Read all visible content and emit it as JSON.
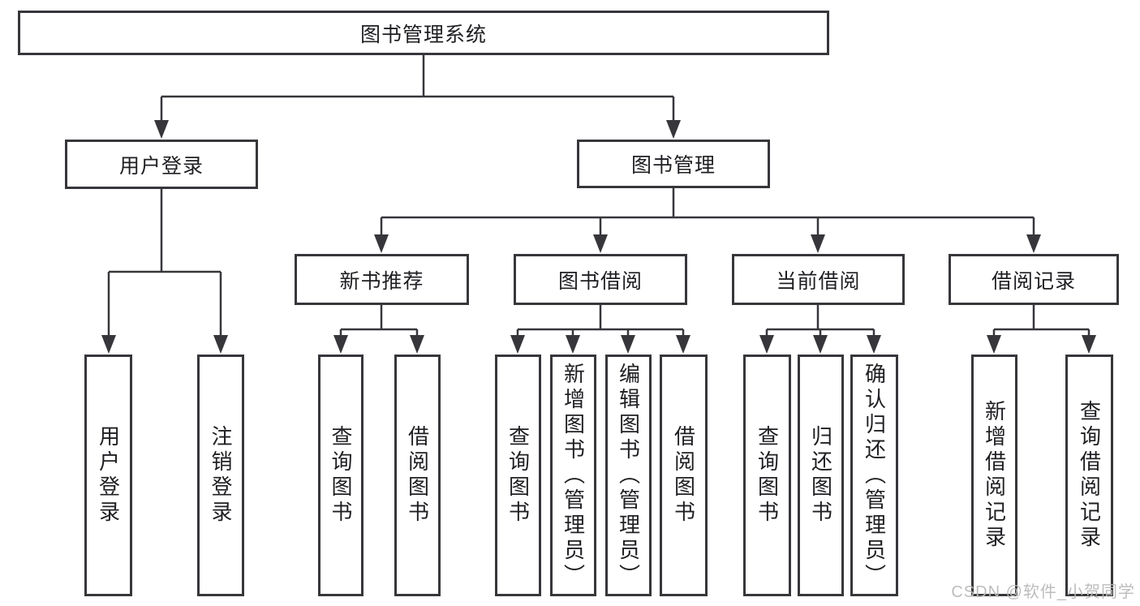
{
  "diagram_title": "图书管理系统",
  "colors": {
    "line": "#37373b",
    "node_border": "#37373b",
    "text": "#1f1f23",
    "background": "#ffffff",
    "watermark": "#b9b9b9"
  },
  "nodes": {
    "root": {
      "label": "图书管理系统"
    },
    "user_login": {
      "label": "用户登录"
    },
    "book_management": {
      "label": "图书管理"
    },
    "new_book_recommend": {
      "label": "新书推荐"
    },
    "book_borrow": {
      "label": "图书借阅"
    },
    "current_borrow": {
      "label": "当前借阅"
    },
    "borrow_records": {
      "label": "借阅记录"
    }
  },
  "leaves": [
    {
      "label": "用户登录",
      "parent": "用户登录"
    },
    {
      "label": "注销登录",
      "parent": "用户登录"
    },
    {
      "label": "查询图书",
      "parent": "新书推荐"
    },
    {
      "label": "借阅图书",
      "parent": "新书推荐"
    },
    {
      "label": "查询图书",
      "parent": "图书借阅"
    },
    {
      "label": "新增图书（管理员）",
      "parent": "图书借阅"
    },
    {
      "label": "编辑图书（管理员）",
      "parent": "图书借阅"
    },
    {
      "label": "借阅图书",
      "parent": "图书借阅"
    },
    {
      "label": "查询图书",
      "parent": "当前借阅"
    },
    {
      "label": "归还图书",
      "parent": "当前借阅"
    },
    {
      "label": "确认归还（管理员）",
      "parent": "当前借阅"
    },
    {
      "label": "新增借阅记录",
      "parent": "借阅记录"
    },
    {
      "label": "查询借阅记录",
      "parent": "借阅记录"
    }
  ],
  "watermark": {
    "text": "CSDN @软件_小贺同学"
  }
}
